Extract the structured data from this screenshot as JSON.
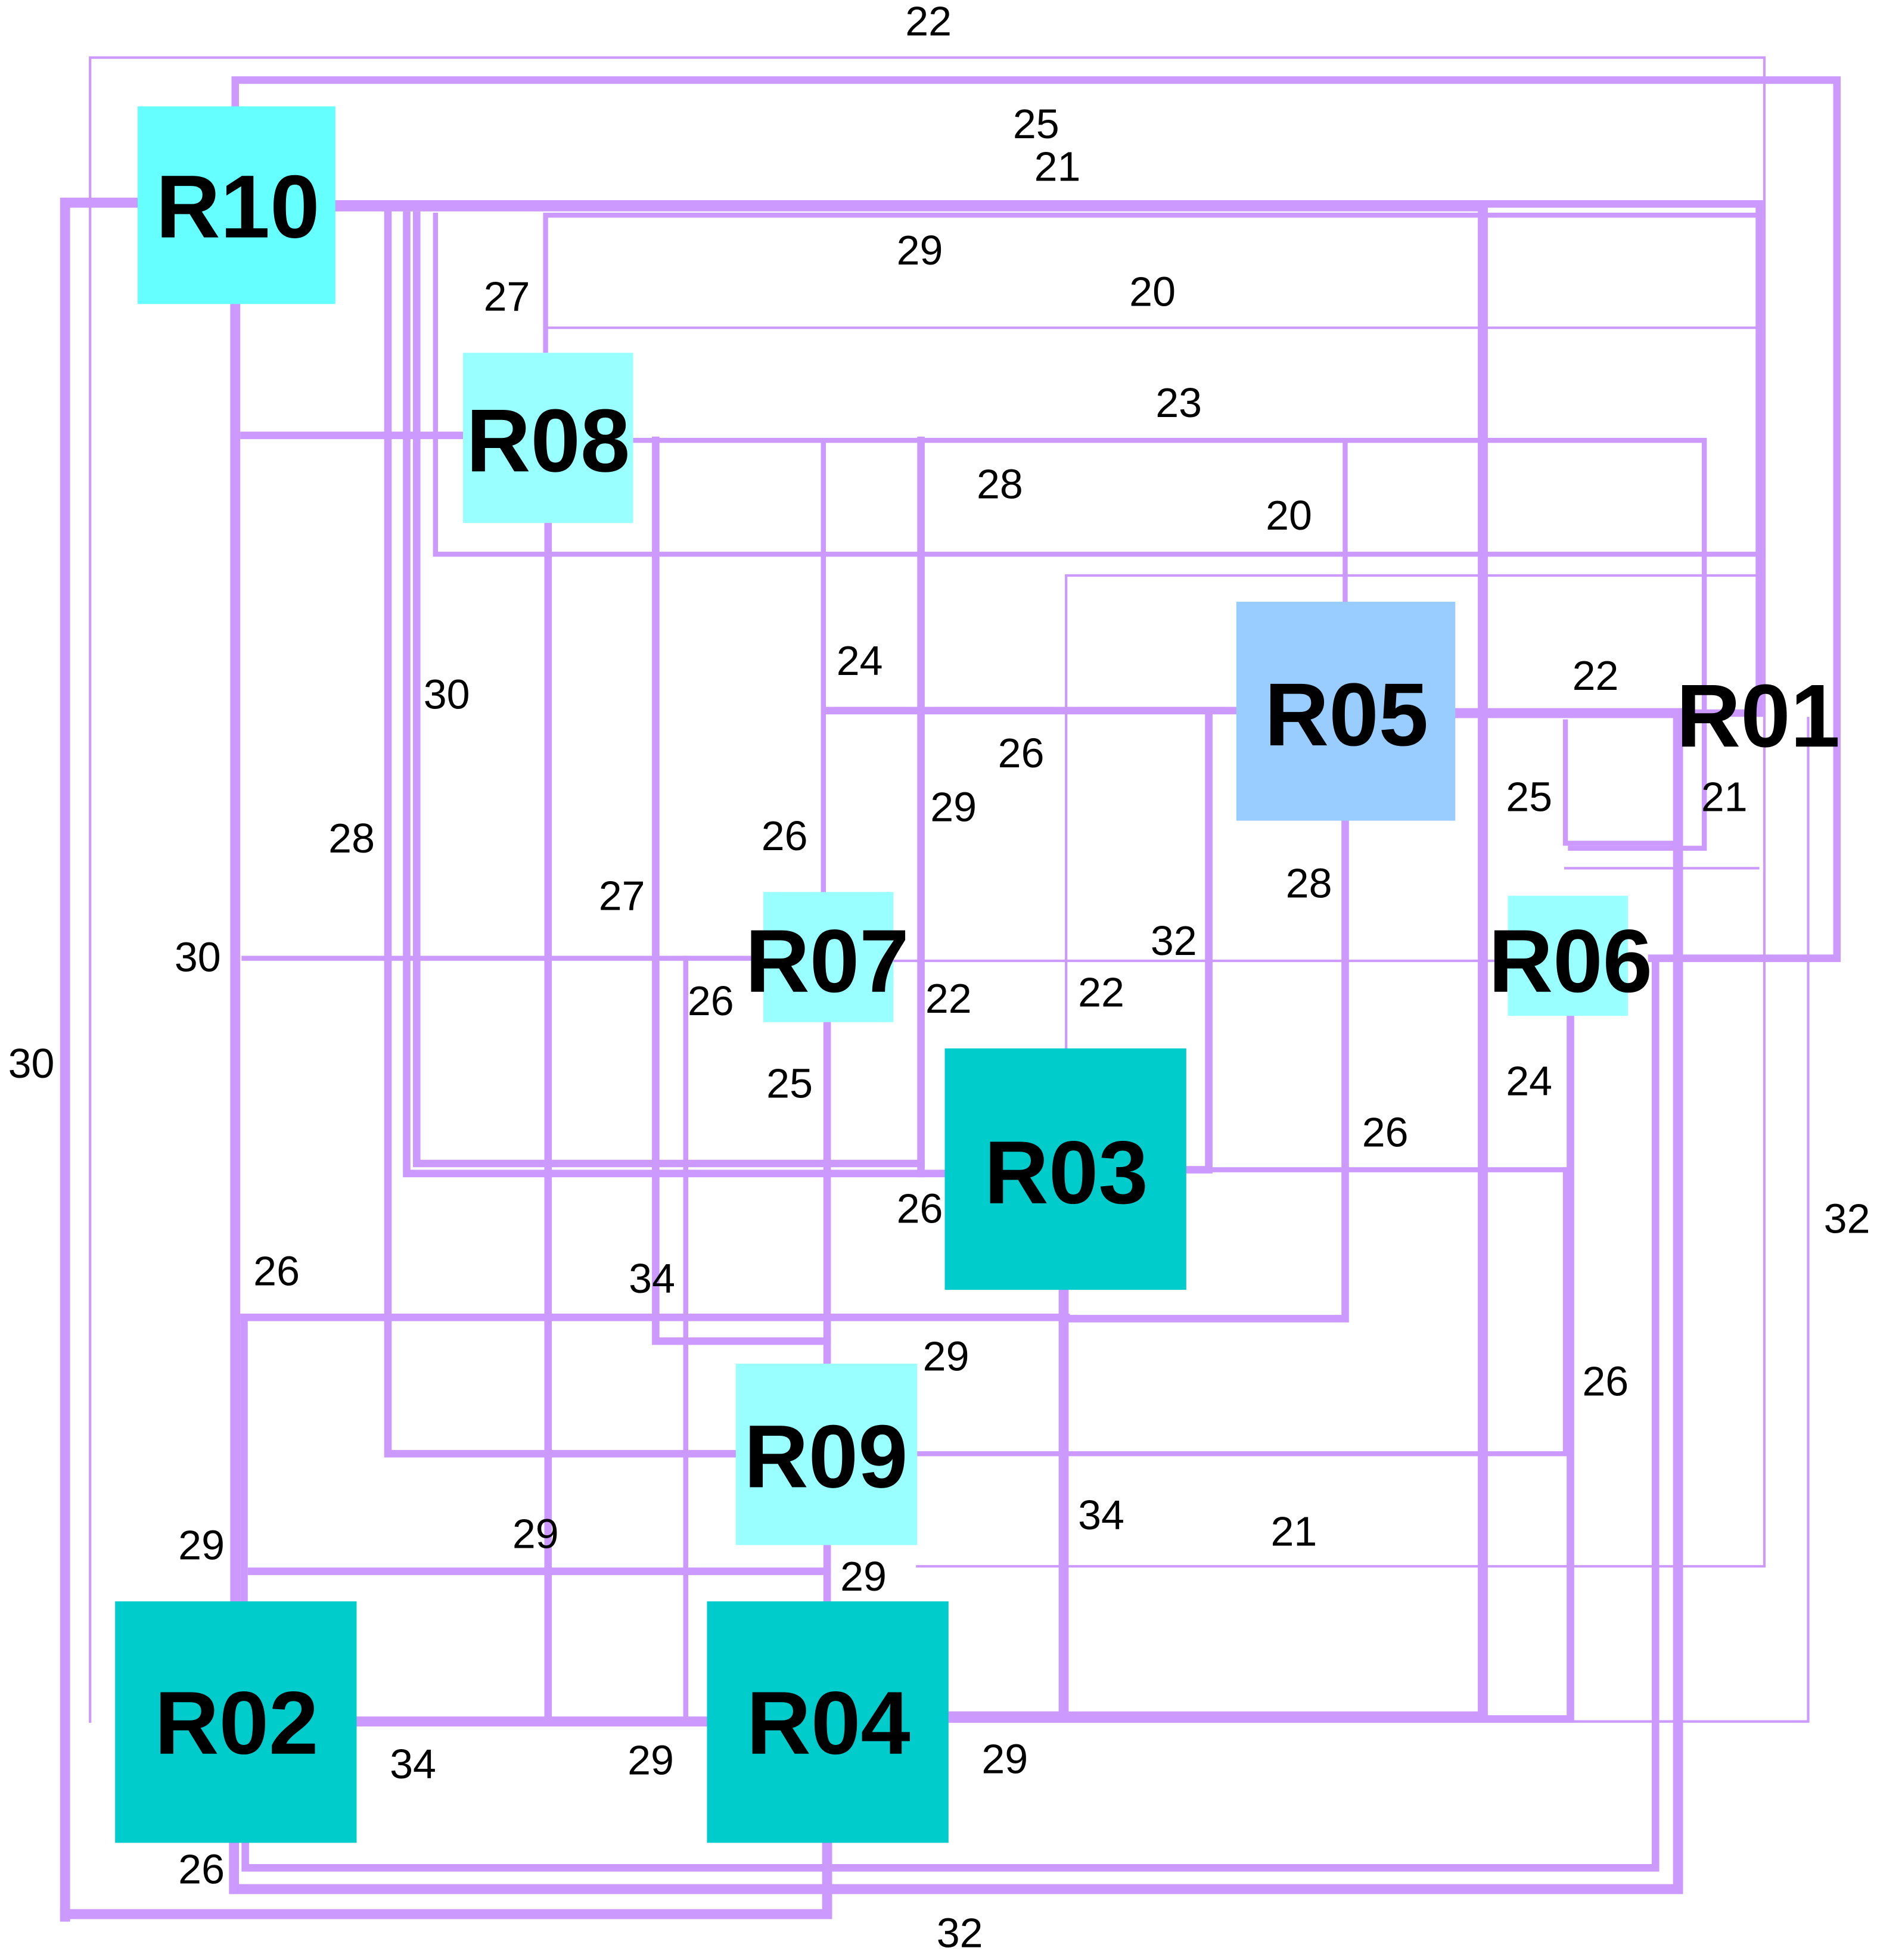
{
  "colors": {
    "edge": "#cc99ff",
    "node_dark": "#00cccc",
    "node_medium": "#66ffff",
    "node_light": "#99ffff",
    "node_blue": "#99ccff",
    "text": "#000000"
  },
  "nodes": [
    {
      "id": "R10",
      "label": "R10",
      "fill": "medium"
    },
    {
      "id": "R08",
      "label": "R08",
      "fill": "light"
    },
    {
      "id": "R05",
      "label": "R05",
      "fill": "blue"
    },
    {
      "id": "R01",
      "label": "R01",
      "fill": "none"
    },
    {
      "id": "R07",
      "label": "R07",
      "fill": "light"
    },
    {
      "id": "R06",
      "label": "R06",
      "fill": "light"
    },
    {
      "id": "R03",
      "label": "R03",
      "fill": "dark"
    },
    {
      "id": "R09",
      "label": "R09",
      "fill": "light"
    },
    {
      "id": "R02",
      "label": "R02",
      "fill": "dark"
    },
    {
      "id": "R04",
      "label": "R04",
      "fill": "dark"
    }
  ],
  "edge_labels": [
    "22",
    "25",
    "21",
    "29",
    "20",
    "27",
    "23",
    "28",
    "20",
    "24",
    "22",
    "30",
    "26",
    "21",
    "25",
    "29",
    "28",
    "26",
    "27",
    "28",
    "26",
    "32",
    "30",
    "22",
    "22",
    "30",
    "25",
    "24",
    "26",
    "26",
    "26",
    "34",
    "29",
    "26",
    "29",
    "34",
    "21",
    "29",
    "29",
    "29",
    "34",
    "29",
    "32",
    "26",
    "32"
  ]
}
